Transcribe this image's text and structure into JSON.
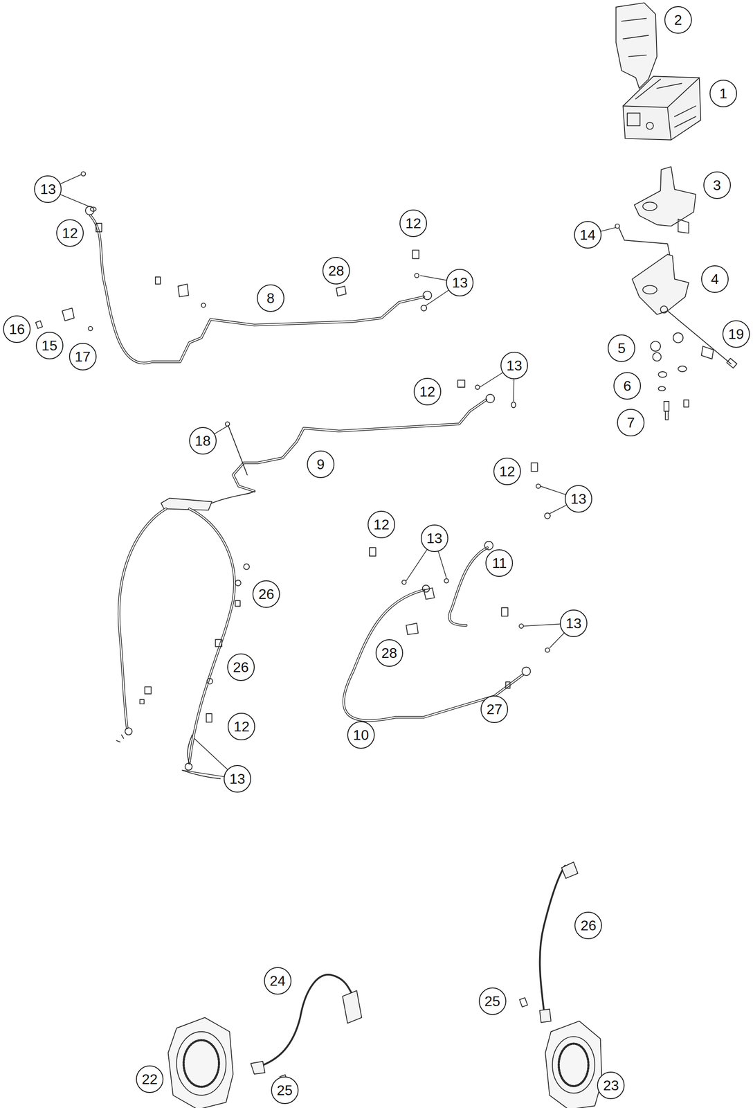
{
  "diagram": {
    "nodes": [
      {
        "text": [
          "2"
        ]
      },
      {
        "text": [
          "1"
        ]
      },
      {
        "text": [
          "3"
        ]
      },
      {
        "text": [
          "13"
        ]
      },
      {
        "text": [
          "12"
        ]
      },
      {
        "text": [
          "12"
        ]
      },
      {
        "text": [
          "14"
        ]
      },
      {
        "text": [
          "28"
        ]
      },
      {
        "text": [
          "4"
        ]
      },
      {
        "text": [
          "13"
        ]
      },
      {
        "text": [
          "8"
        ]
      },
      {
        "text": [
          "16"
        ]
      },
      {
        "text": [
          "19"
        ]
      },
      {
        "text": [
          "15"
        ]
      },
      {
        "text": [
          "5"
        ]
      },
      {
        "text": [
          "17"
        ]
      },
      {
        "text": [
          "13"
        ]
      },
      {
        "text": [
          "6"
        ]
      },
      {
        "text": [
          "12"
        ]
      },
      {
        "text": [
          "7"
        ]
      },
      {
        "text": [
          "18"
        ]
      },
      {
        "text": [
          "9"
        ]
      },
      {
        "text": [
          "12"
        ]
      },
      {
        "text": [
          "13"
        ]
      },
      {
        "text": [
          "12"
        ]
      },
      {
        "text": [
          "13"
        ]
      },
      {
        "text": [
          "11"
        ]
      },
      {
        "text": [
          "26"
        ]
      },
      {
        "text": [
          "13"
        ]
      },
      {
        "text": [
          "28"
        ]
      },
      {
        "text": [
          "26"
        ]
      },
      {
        "text": [
          "27"
        ]
      },
      {
        "text": [
          "12"
        ]
      },
      {
        "text": [
          "10"
        ]
      },
      {
        "text": [
          "13"
        ]
      },
      {
        "text": [
          "26"
        ]
      },
      {
        "text": [
          "24"
        ]
      },
      {
        "text": [
          "25"
        ]
      },
      {
        "text": [
          "22"
        ]
      },
      {
        "text": [
          "23"
        ]
      },
      {
        "text": [
          "25"
        ]
      }
    ]
  }
}
